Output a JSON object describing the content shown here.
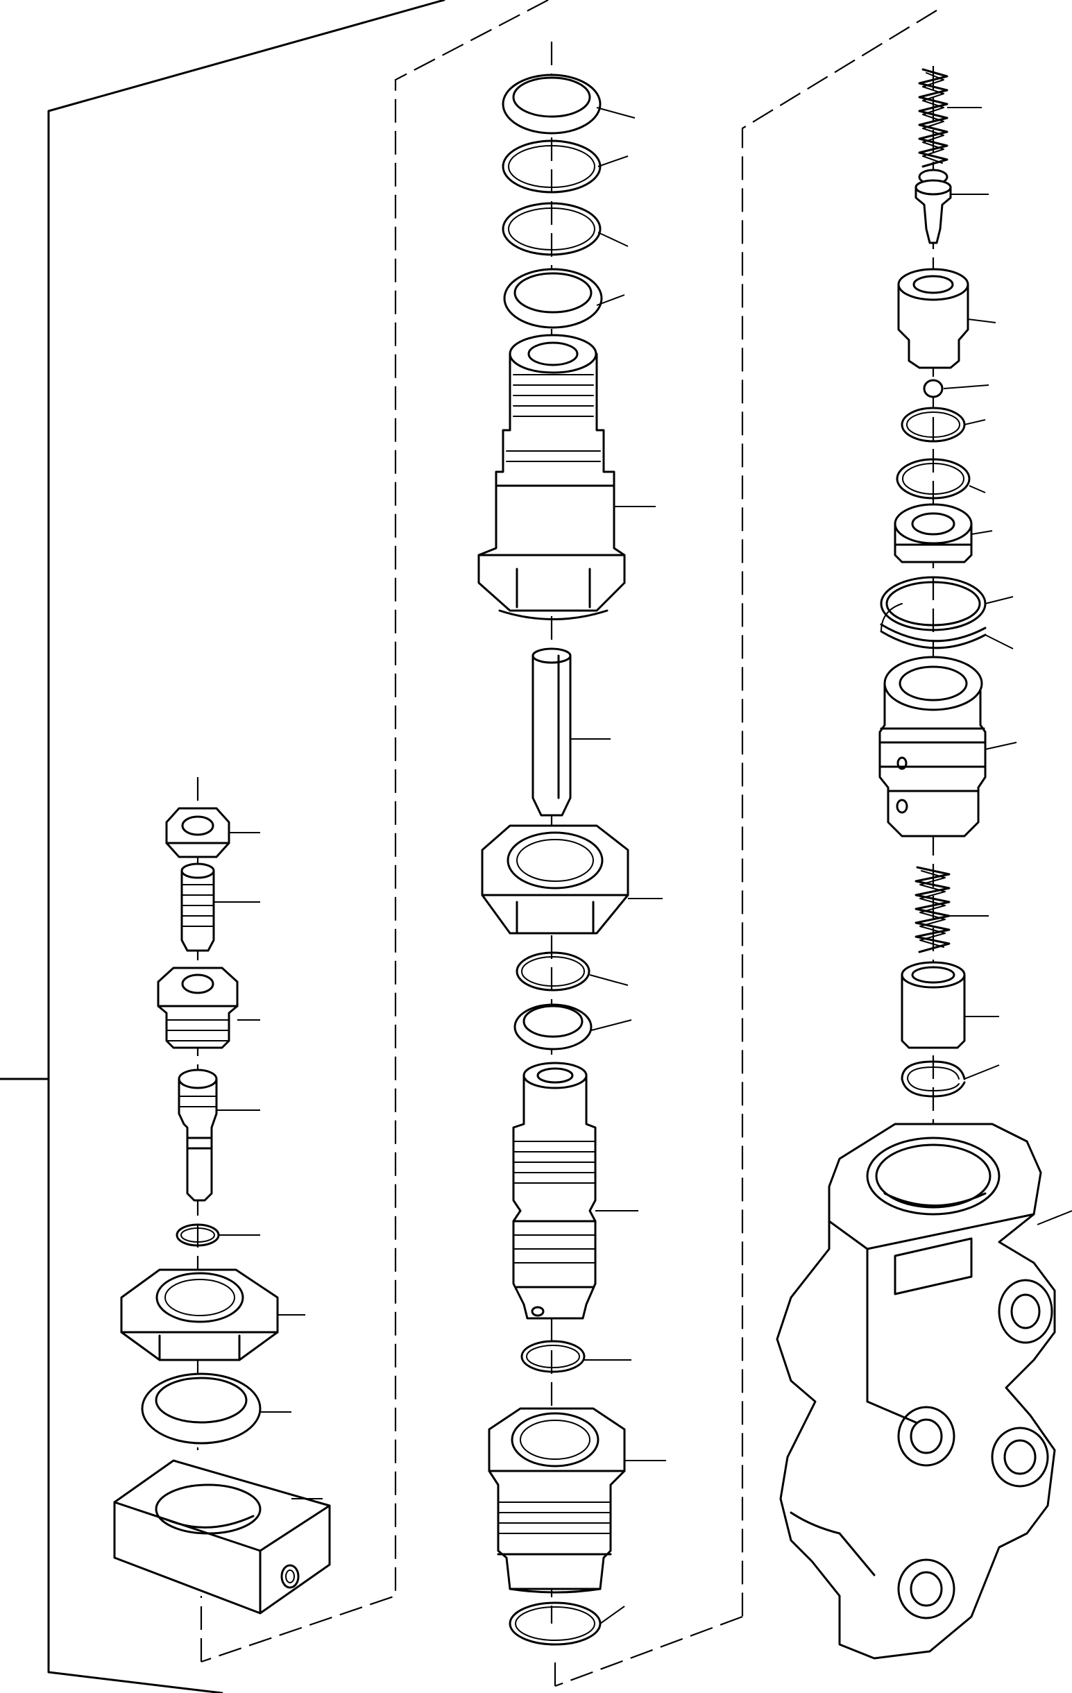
{
  "diagram": {
    "kind": "exploded parts view",
    "groups": [
      {
        "name": "left-assembly",
        "parts": [
          "nut",
          "adjusting-screw",
          "threaded-guide",
          "poppet",
          "o-ring",
          "hex-nut",
          "washer",
          "housing-block"
        ]
      },
      {
        "name": "center-assembly",
        "parts": [
          "backup-ring",
          "o-ring",
          "o-ring",
          "backup-ring",
          "hex-body",
          "pin",
          "lock-nut",
          "o-ring",
          "backup-ring",
          "threaded-spool",
          "o-ring",
          "hex-plug"
        ]
      },
      {
        "name": "right-assembly",
        "parts": [
          "spring",
          "poppet",
          "seat",
          "ball",
          "o-ring",
          "o-ring",
          "retainer",
          "o-ring",
          "backup-ring",
          "sleeve",
          "spring",
          "piston",
          "snap-ring",
          "valve-body"
        ]
      }
    ]
  }
}
